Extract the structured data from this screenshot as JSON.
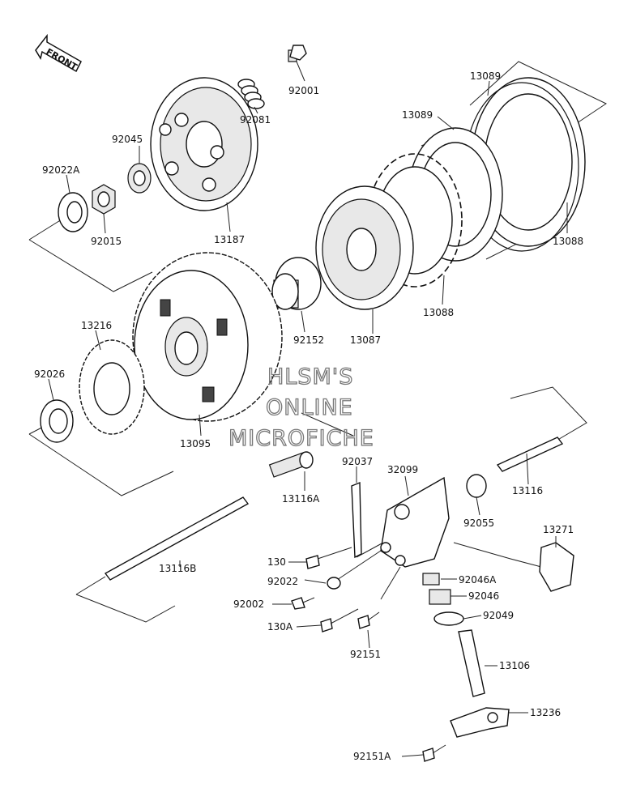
{
  "front_label": "FRONT",
  "watermark": {
    "line1": "HLSM'S",
    "line2": "ONLINE",
    "line3": "MICROFICHE"
  },
  "callouts": [
    {
      "id": "92001",
      "text": "92001"
    },
    {
      "id": "92081",
      "text": "92081"
    },
    {
      "id": "13089a",
      "text": "13089"
    },
    {
      "id": "13089b",
      "text": "13089"
    },
    {
      "id": "92045",
      "text": "92045"
    },
    {
      "id": "92022A",
      "text": "92022A"
    },
    {
      "id": "92015",
      "text": "92015"
    },
    {
      "id": "13187",
      "text": "13187"
    },
    {
      "id": "13088a",
      "text": "13088"
    },
    {
      "id": "13088b",
      "text": "13088"
    },
    {
      "id": "13216",
      "text": "13216"
    },
    {
      "id": "92152",
      "text": "92152"
    },
    {
      "id": "13087",
      "text": "13087"
    },
    {
      "id": "92026",
      "text": "92026"
    },
    {
      "id": "13095",
      "text": "13095"
    },
    {
      "id": "92037",
      "text": "92037"
    },
    {
      "id": "32099",
      "text": "32099"
    },
    {
      "id": "13116A",
      "text": "13116A"
    },
    {
      "id": "13116",
      "text": "13116"
    },
    {
      "id": "92055",
      "text": "92055"
    },
    {
      "id": "13271",
      "text": "13271"
    },
    {
      "id": "130",
      "text": "130"
    },
    {
      "id": "13116B",
      "text": "13116B"
    },
    {
      "id": "92022",
      "text": "92022"
    },
    {
      "id": "92046A",
      "text": "92046A"
    },
    {
      "id": "92046",
      "text": "92046"
    },
    {
      "id": "92002",
      "text": "92002"
    },
    {
      "id": "130A",
      "text": "130A"
    },
    {
      "id": "92049",
      "text": "92049"
    },
    {
      "id": "92151",
      "text": "92151"
    },
    {
      "id": "13106",
      "text": "13106"
    },
    {
      "id": "13236",
      "text": "13236"
    },
    {
      "id": "92151A",
      "text": "92151A"
    }
  ]
}
